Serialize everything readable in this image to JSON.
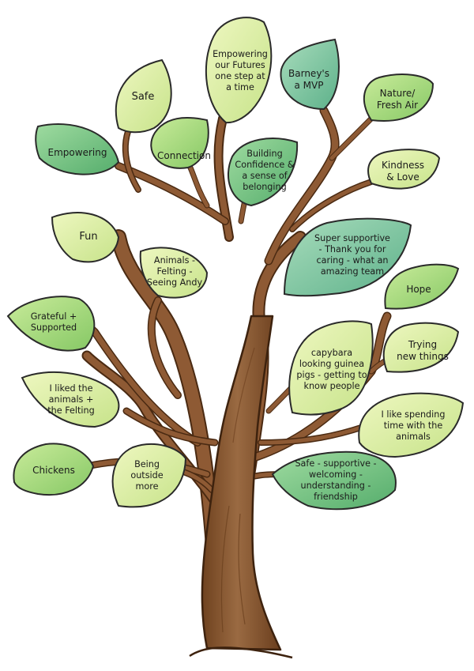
{
  "leaves": {
    "safe": "Safe",
    "empowering_futures": "Empowering\nour Futures\none step at\na time",
    "barney": "Barney's\na MVP",
    "nature": "Nature/\nFresh Air",
    "empowering": "Empowering",
    "connection": "Connection",
    "building": "Building\nConfidence &\na sense of\nbelonging",
    "kindness": "Kindness\n& Love",
    "fun": "Fun",
    "super_supportive": "Super supportive\n- Thank you for\ncaring - what an\namazing team",
    "animals_felting": "Animals -\nFelting -\nSeeing Andy",
    "hope": "Hope",
    "grateful": "Grateful +\nSupported",
    "trying": "Trying\nnew things",
    "capybara": "capybara\nlooking guinea\npigs - getting to\nknow people",
    "liked_animals": "I liked the\nanimals +\nthe Felting",
    "spending_time": "I like spending\ntime with the\nanimals",
    "chickens": "Chickens",
    "outside": "Being\noutside\nmore",
    "safe_supportive": "Safe - supportive -\nwelcoming - understanding -\nfriendship"
  },
  "colors": {
    "trunk": "#8e5a34",
    "trunk_dark": "#5a3317",
    "leaf_light": "#d8ec9a",
    "leaf_mid": "#a6d877",
    "leaf_dark": "#6cbb7a",
    "leaf_teal": "#72c39a",
    "outline": "#2a2a2a"
  }
}
